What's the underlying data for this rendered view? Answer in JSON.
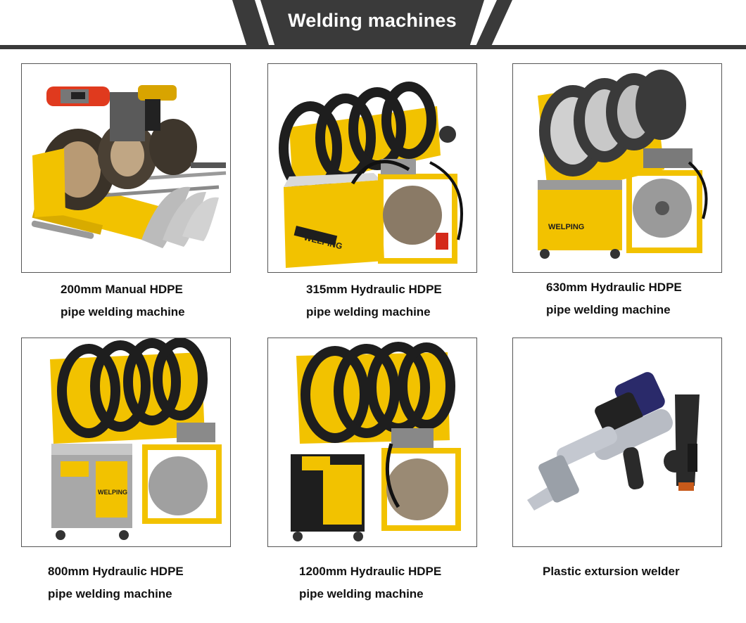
{
  "header": {
    "title": "Welding machines"
  },
  "products": [
    {
      "image": "200mm manual hdpe pipe welding machine photo",
      "line1": "200mm Manual HDPE",
      "line2": "pipe welding machine"
    },
    {
      "image": "315mm hydraulic hdpe pipe welding machine photo",
      "line1": "315mm Hydraulic HDPE",
      "line2": "pipe welding machine"
    },
    {
      "image": "630mm hydraulic hdpe pipe welding machine photo",
      "line1": "630mm Hydraulic HDPE",
      "line2": "pipe welding machine"
    },
    {
      "image": "800mm hydraulic hdpe pipe welding machine photo",
      "line1": "800mm Hydraulic HDPE",
      "line2": "pipe welding machine"
    },
    {
      "image": "1200mm hydraulic hdpe pipe welding machine photo",
      "line1": "1200mm Hydraulic HDPE",
      "line2": "pipe welding machine"
    },
    {
      "image": "plastic extrusion welder photo",
      "line1": "Plastic extursion welder",
      "line2": ""
    }
  ],
  "colors": {
    "banner": "#3a3a3a",
    "machine_yellow": "#f2c200",
    "clamp_black": "#1e1e1e",
    "border": "#555555"
  }
}
